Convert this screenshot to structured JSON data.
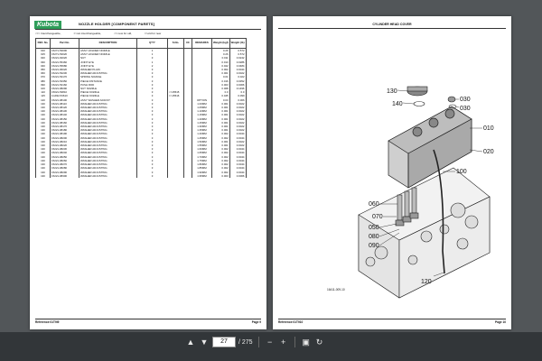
{
  "left_page": {
    "logo": "Kubota",
    "title": "NOZZLE HOLDER   [COMPONENT PARETS]",
    "legend": [
      "<=> Interchangeable,",
      "=>not interchangeable,",
      "<= new for old,",
      "=>old for new"
    ],
    "columns": [
      "REF. No.",
      "Part No.",
      "DESCRIPTION",
      "Q'TY",
      "S.No.",
      "I/C",
      "REMARKS",
      "Weight (kgf)",
      "Weight (lb)"
    ],
    "rows": [
      [
        "010",
        "15271-53000",
        "ASSY HOLDER NOZZLE",
        "1",
        "",
        "",
        "",
        "0.26",
        "0.572"
      ],
      [
        "015",
        "15271-53020",
        "ASSY HOLDER NOZZLE",
        "1",
        "",
        "",
        "",
        "0.26",
        "0.572"
      ],
      [
        "020",
        "15221-92020",
        "NUT",
        "3",
        "",
        "",
        "",
        "0.011",
        "0.0242"
      ],
      [
        "030",
        "15221-55460",
        "JOINT EYE",
        "1",
        "",
        "",
        "",
        "0.013",
        "0.0286"
      ],
      [
        "040",
        "15221-55680",
        "JOINT EYE",
        "2",
        "",
        "",
        "",
        "0.022",
        "0.0484"
      ],
      [
        "050",
        "15221-96020",
        "WASHER PLAIN",
        "3",
        "",
        "",
        "",
        "0.002",
        "0.0044"
      ],
      [
        "060",
        "15221-53230",
        "WASHER ADJUSTING",
        "3",
        "",
        "",
        "",
        "0.001",
        "0.0022"
      ],
      [
        "070",
        "15221-53170",
        "SPRING NOZZLE",
        "3",
        "",
        "",
        "",
        "0.01",
        "0.022"
      ],
      [
        "080",
        "15221-53350",
        "PIECE DISTANCE",
        "3",
        "",
        "",
        "",
        "0.016",
        "0.0352"
      ],
      [
        "090",
        "15221-53160",
        "PUSH ROD",
        "3",
        "",
        "",
        "",
        "0.003",
        "0.0066"
      ],
      [
        "100",
        "15221-98290",
        "NUT NOZZLE",
        "3",
        "",
        "",
        "",
        "0.068",
        "0.1496"
      ],
      [
        "110",
        "15021-53810",
        "PIECE NOZZLE",
        "3",
        "<=15515",
        "",
        "",
        "0.0",
        "0.0"
      ],
      [
        "115",
        "1G932-53610",
        "PIECE NOZZLE",
        "3",
        "=>15516",
        "",
        "",
        "0.045",
        "0.099"
      ],
      [
        "120",
        "15221-98100",
        "ASSY WASHER ADJUST",
        "3",
        "",
        "",
        "OPTION",
        "0.03",
        "0.066"
      ],
      [
        "130",
        "15221-98110",
        "WASHER ADJUSTING",
        "3",
        "",
        "",
        "1.00MM",
        "0.001",
        "0.0022"
      ],
      [
        "130",
        "15221-98120",
        "WASHER ADJUSTING",
        "3",
        "",
        "",
        "1.05MM",
        "0.001",
        "0.0022"
      ],
      [
        "130",
        "15221-98130",
        "WASHER ADJUSTING",
        "3",
        "",
        "",
        "1.10MM",
        "0.001",
        "0.0022"
      ],
      [
        "130",
        "15221-98140",
        "WASHER ADJUSTING",
        "3",
        "",
        "",
        "1.15MM",
        "0.001",
        "0.0022"
      ],
      [
        "130",
        "15221-98150",
        "WASHER ADJUSTING",
        "3",
        "",
        "",
        "1.20MM",
        "0.001",
        "0.0022"
      ],
      [
        "130",
        "15221-98160",
        "WASHER ADJUSTING",
        "3",
        "",
        "",
        "1.25MM",
        "0.001",
        "0.0022"
      ],
      [
        "130",
        "15221-98170",
        "WASHER ADJUSTING",
        "3",
        "",
        "",
        "1.30MM",
        "0.001",
        "0.0022"
      ],
      [
        "130",
        "15221-98180",
        "WASHER ADJUSTING",
        "3",
        "",
        "",
        "1.35MM",
        "0.001",
        "0.0022"
      ],
      [
        "130",
        "15221-98190",
        "WASHER ADJUSTING",
        "3",
        "",
        "",
        "1.40MM",
        "0.002",
        "0.0044"
      ],
      [
        "130",
        "15221-98200",
        "WASHER ADJUSTING",
        "3",
        "",
        "",
        "1.45MM",
        "0.002",
        "0.0044"
      ],
      [
        "130",
        "15221-98210",
        "WASHER ADJUSTING",
        "3",
        "",
        "",
        "1.50MM",
        "0.001",
        "0.0022"
      ],
      [
        "130",
        "15221-98220",
        "WASHER ADJUSTING",
        "3",
        "",
        "",
        "1.55MM",
        "0.001",
        "0.0022"
      ],
      [
        "130",
        "15221-98230",
        "WASHER ADJUSTING",
        "3",
        "",
        "",
        "1.60MM",
        "0.002",
        "0.0044"
      ],
      [
        "130",
        "15221-98240",
        "WASHER ADJUSTING",
        "3",
        "",
        "",
        "1.65MM",
        "0.002",
        "0.0044"
      ],
      [
        "130",
        "15221-98250",
        "WASHER ADJUSTING",
        "3",
        "",
        "",
        "1.70MM",
        "0.002",
        "0.0044"
      ],
      [
        "130",
        "15221-98260",
        "WASHER ADJUSTING",
        "3",
        "",
        "",
        "1.75MM",
        "0.002",
        "0.0044"
      ],
      [
        "130",
        "15221-98270",
        "WASHER ADJUSTING",
        "3",
        "",
        "",
        "1.80MM",
        "0.002",
        "0.0044"
      ],
      [
        "130",
        "15221-98280",
        "WASHER ADJUSTING",
        "3",
        "",
        "",
        "1.85MM",
        "0.002",
        "0.0044"
      ],
      [
        "130",
        "15221-98290",
        "WASHER ADJUSTING",
        "3",
        "",
        "",
        "1.90MM",
        "0.002",
        "0.0044"
      ],
      [
        "130",
        "15221-98300",
        "WASHER ADJUSTING",
        "3",
        "",
        "",
        "1.95MM",
        "0.003",
        "0.0066"
      ]
    ],
    "reference": "Reference:01T9I9",
    "page": "Page 9"
  },
  "right_page": {
    "title": "CYLINDER HEAD COVER",
    "callouts": [
      "130",
      "140",
      "030",
      "010",
      "020",
      "100",
      "060",
      "070",
      "050",
      "080",
      "090",
      "120"
    ],
    "figure_code": "16411-009-10",
    "reference": "Reference:01T910",
    "page": "Page 10"
  },
  "toolbar": {
    "current_page": "27",
    "total_pages": "/ 275",
    "icons": [
      "chevron-up-icon",
      "chevron-down-icon",
      "zoom-out-icon",
      "zoom-in-icon",
      "fit-page-icon",
      "rotate-icon"
    ]
  }
}
